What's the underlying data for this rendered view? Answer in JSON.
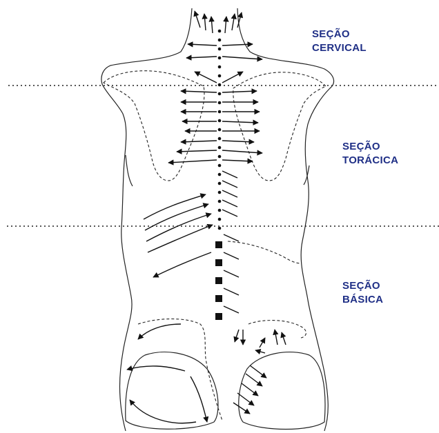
{
  "sections": [
    {
      "id": "cervical",
      "line1": "SEÇÃO",
      "line2": "CERVICAL"
    },
    {
      "id": "toracica",
      "line1": "SEÇÃO",
      "line2": "TORÁCICA"
    },
    {
      "id": "basica",
      "line1": "SEÇÃO",
      "line2": "BÁSICA"
    }
  ],
  "colors": {
    "label": "#1f2f86",
    "line": "#222222"
  }
}
